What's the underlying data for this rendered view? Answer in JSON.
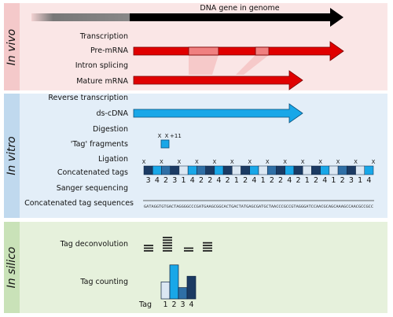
{
  "sections": {
    "in_vivo": "In vivo",
    "in_vitro": "In vitro",
    "in_silico": "In silico"
  },
  "colors": {
    "vivo_band": "#f4c9ca",
    "vivo_bg": "#fae6e6",
    "vitro_band": "#c0d9ee",
    "vitro_bg": "#e3eef8",
    "silico_band": "#c9e2b8",
    "silico_bg": "#e6f1dc",
    "red": "#e00000",
    "light_red": "#f08080",
    "cyan": "#19a7e8",
    "navy": "#1b3a63",
    "mid_blue": "#2f6fa6",
    "pale_blue": "#dbe7f3"
  },
  "labels": {
    "gene": "DNA gene in genome",
    "transcription": "Transcription",
    "pre_mrna": "Pre-mRNA",
    "splicing": "Intron splicing",
    "mature": "Mature mRNA",
    "rt": "Reverse transcription",
    "dscdna": "ds-cDNA",
    "digestion": "Digestion",
    "fragments": "'Tag' fragments",
    "ligation": "Ligation",
    "concat": "Concatenated tags",
    "sanger": "Sanger sequencing",
    "concat_seq": "Concatenated tag sequences",
    "deconv": "Tag deconvolution",
    "counting": "Tag counting",
    "tag": "Tag"
  },
  "fragment_marks": [
    "X",
    "X",
    "+11"
  ],
  "cut_mark": "X",
  "concat_tags": [
    3,
    4,
    2,
    3,
    1,
    4,
    2,
    2,
    4,
    2,
    1,
    2,
    4,
    1,
    2,
    2,
    4,
    2,
    1,
    2,
    4,
    1,
    2,
    3,
    1,
    4
  ],
  "sequence": "GATAGGTGTGACTAGGGGCCCGATGAAGCGGCACTGACTATGAGCGATGCTAACCCGCCGTAGGGATCCAACGCAGCAAAGCCAACGCCGCC",
  "deconv_counts": [
    3,
    6,
    2,
    4
  ],
  "chart_data": {
    "type": "bar",
    "categories": [
      "1",
      "2",
      "3",
      "4"
    ],
    "values": [
      3,
      6,
      2,
      4
    ],
    "xlabel": "Tag",
    "ylabel": ""
  }
}
